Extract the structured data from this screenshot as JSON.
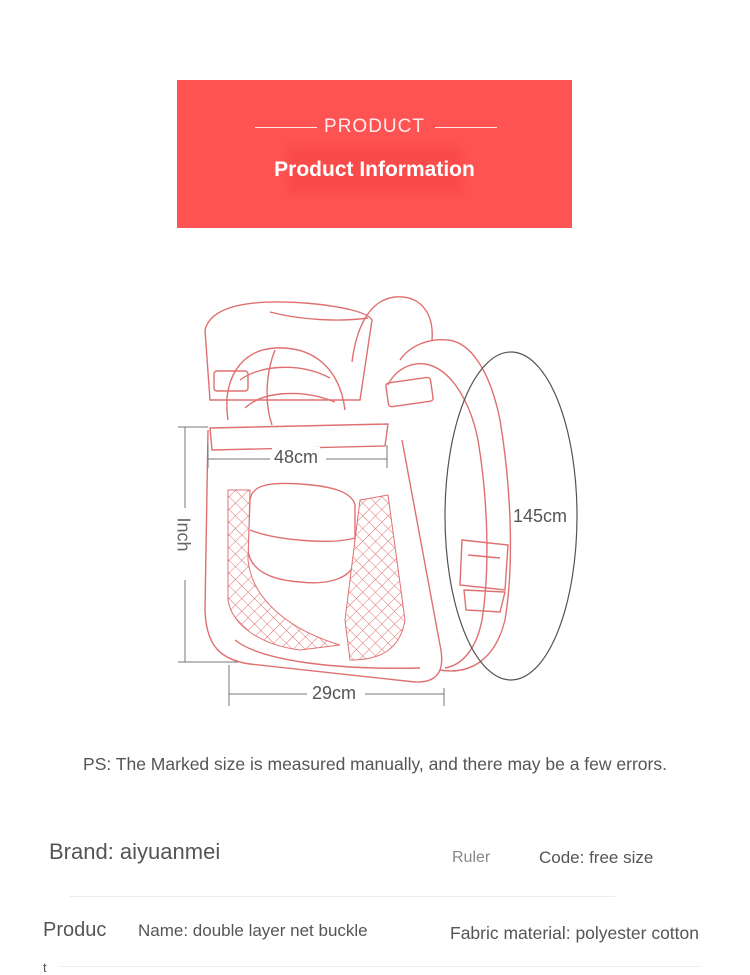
{
  "banner": {
    "kicker": "PRODUCT",
    "title": "Product Information",
    "color": "#fd5352"
  },
  "diagram": {
    "width_label": "48cm",
    "depth_label": "29cm",
    "strap_label": "145cm",
    "height_label": "Inch",
    "line_color": "#e07070"
  },
  "note": "PS: The Marked size is measured manually, and there may be a few errors.",
  "specs": {
    "brand": "Brand: aiyuanmei",
    "ruler": "Ruler",
    "code": "Code: free size",
    "product_prefix": "Produc",
    "product_wrap": "t",
    "name": "Name: double layer net buckle",
    "fabric": "Fabric material: polyester cotton"
  }
}
